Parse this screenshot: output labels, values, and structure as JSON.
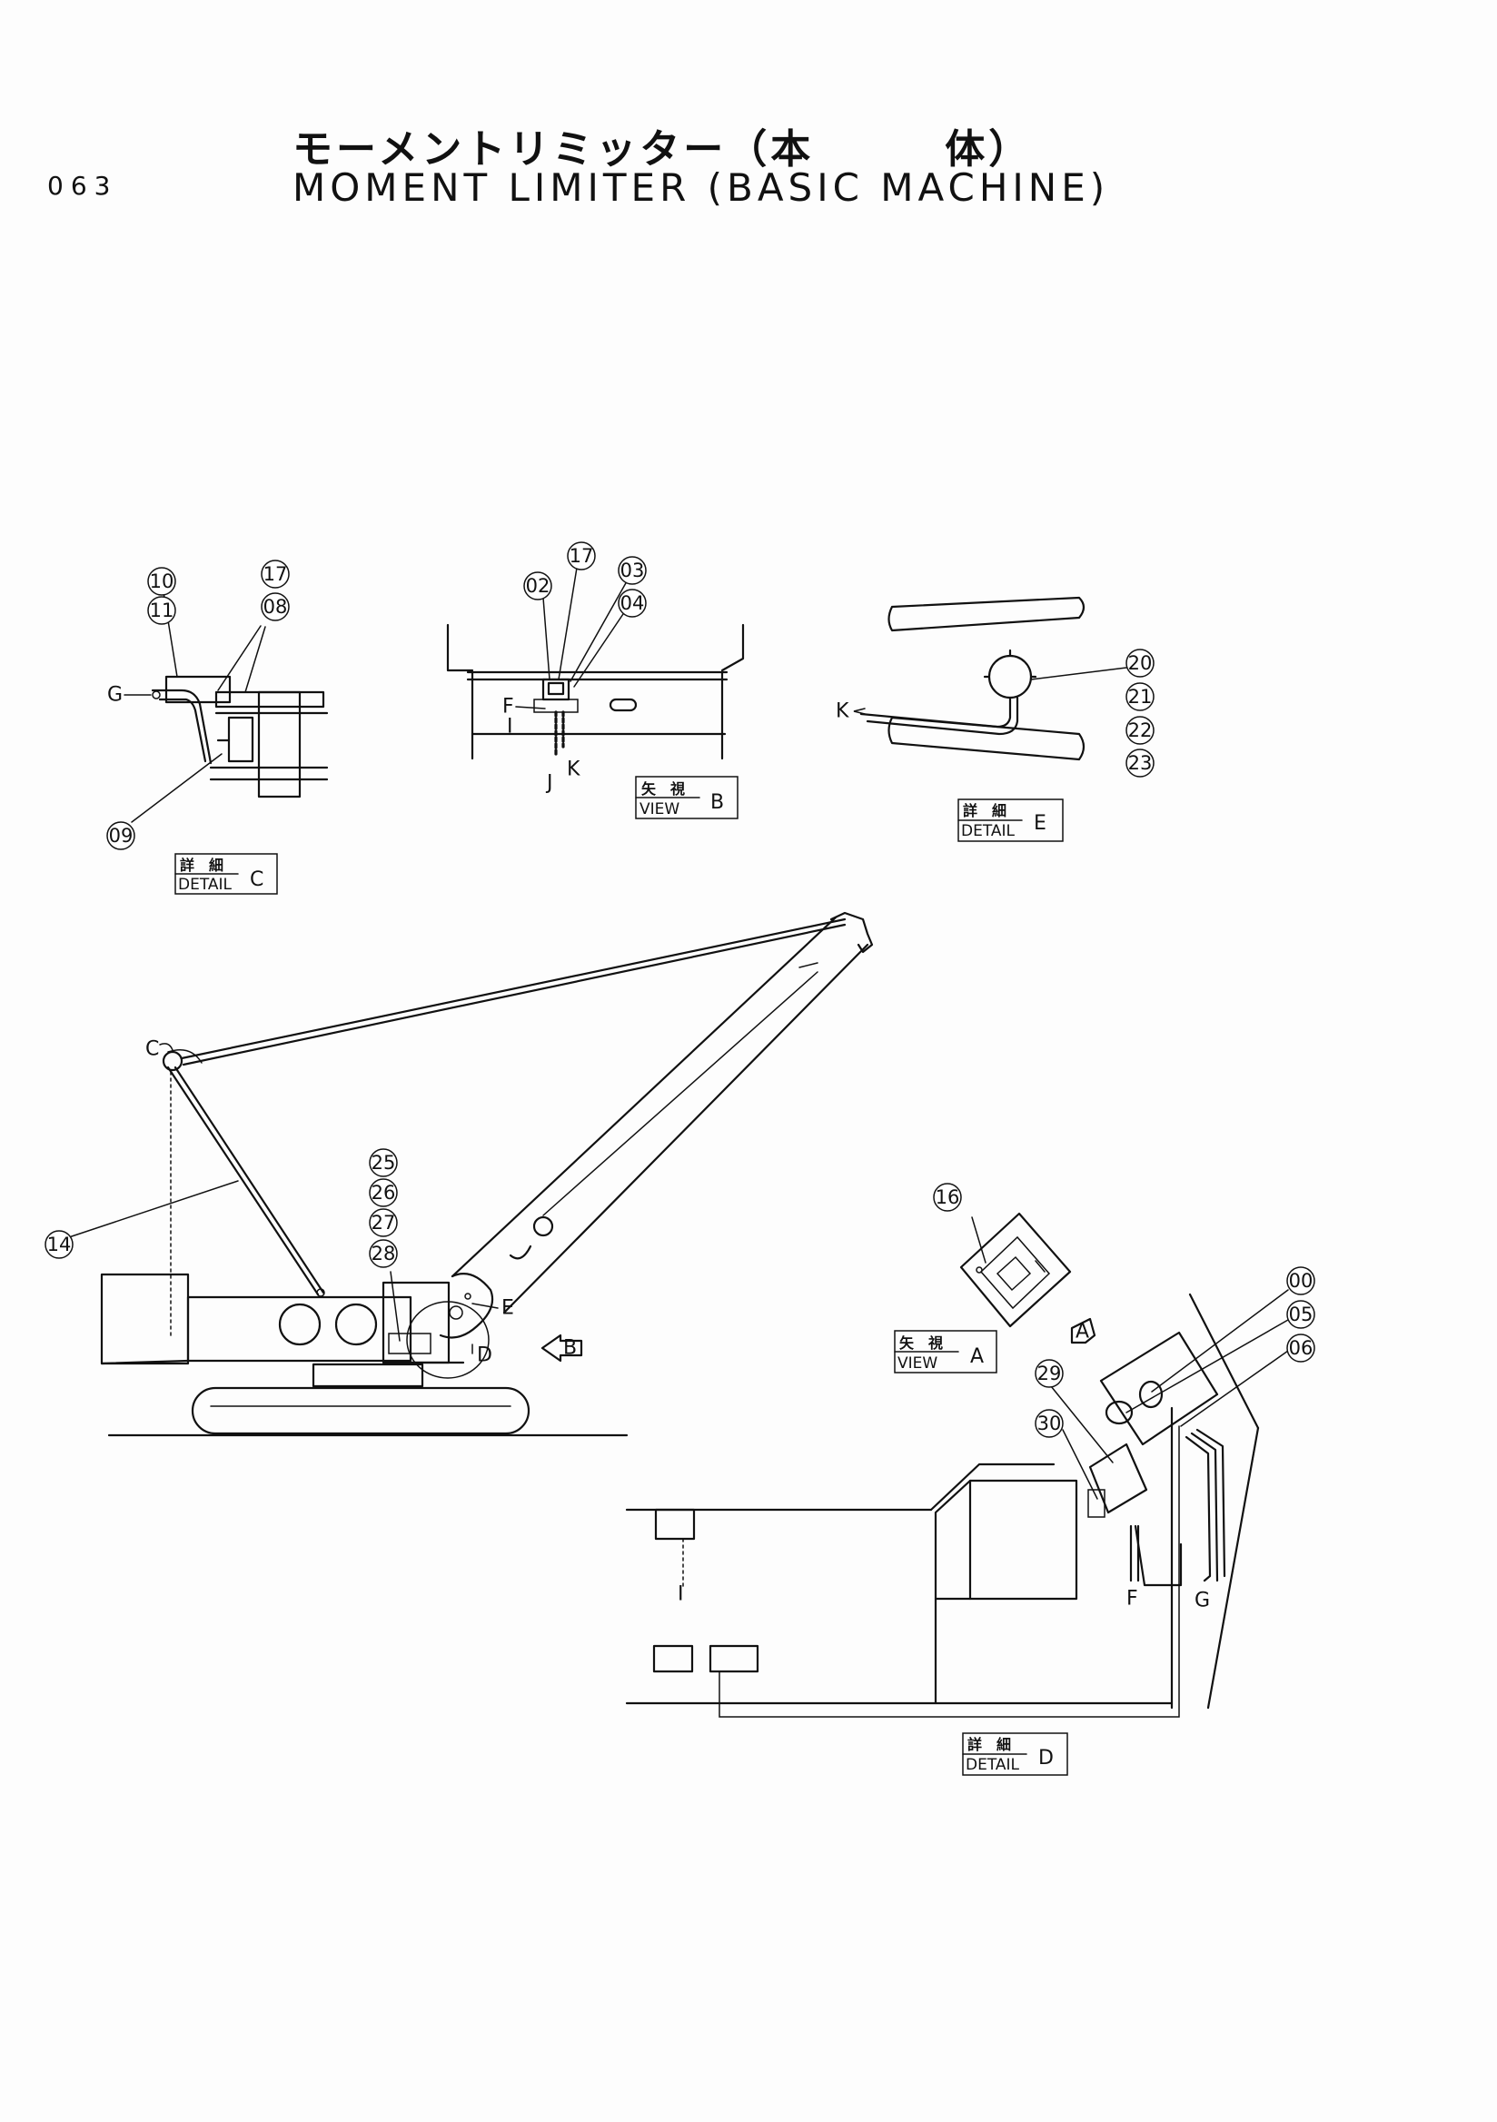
{
  "header": {
    "page_number": "063",
    "title_jp": "モーメントリミッター（本　　　体）",
    "title_en": "MOMENT LIMITER (BASIC MACHINE)"
  },
  "detail_labels": {
    "detail_c": {
      "jp": "詳　細",
      "en": "DETAIL",
      "letter": "C"
    },
    "view_b": {
      "jp": "矢　視",
      "en": "VIEW",
      "letter": "B"
    },
    "detail_e": {
      "jp": "詳　細",
      "en": "DETAIL",
      "letter": "E"
    },
    "view_a": {
      "jp": "矢　視",
      "en": "VIEW",
      "letter": "A"
    },
    "detail_d": {
      "jp": "詳　細",
      "en": "DETAIL",
      "letter": "D"
    }
  },
  "callouts": {
    "c10": "10",
    "c11": "11",
    "c17a": "17",
    "c08": "08",
    "c09": "09",
    "c02": "02",
    "c17b": "17",
    "c03": "03",
    "c04": "04",
    "c20": "20",
    "c21": "21",
    "c22": "22",
    "c23": "23",
    "c14": "14",
    "c25": "25",
    "c26": "26",
    "c27": "27",
    "c28": "28",
    "c16": "16",
    "c00": "00",
    "c05": "05",
    "c06": "06",
    "c29": "29",
    "c30": "30"
  },
  "letters": {
    "dc_g": "G",
    "vb_f": "F",
    "vb_i": "I",
    "vb_j": "J",
    "vb_k": "K",
    "de_k": "K",
    "m_c": "C",
    "m_e": "E",
    "m_d": "D",
    "m_b": "B",
    "va_a": "A",
    "dd_i": "I",
    "dd_f": "F",
    "dd_g": "G"
  }
}
